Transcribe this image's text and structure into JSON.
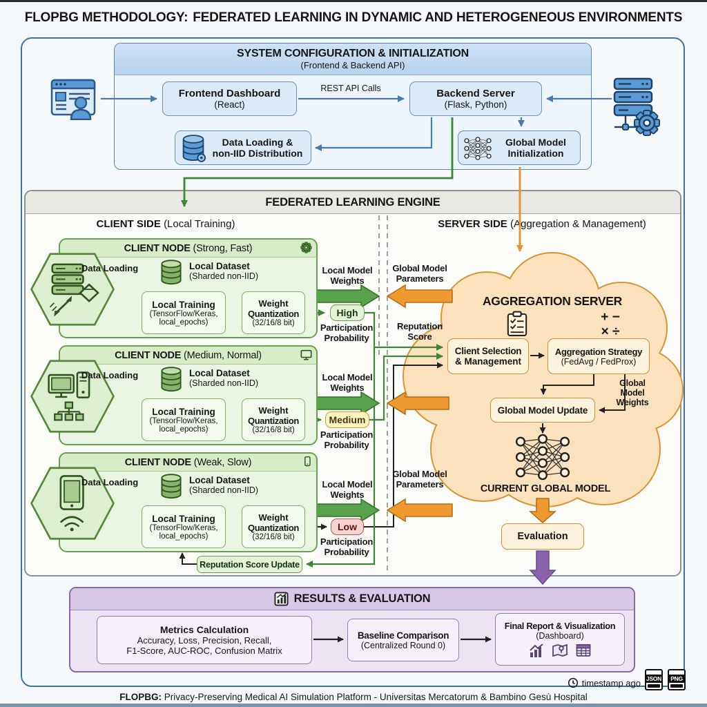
{
  "page": {
    "title_strong": "FLOPBG METHODOLOGY:",
    "title_rest": "FEDERATED LEARNING IN DYNAMIC AND HETEROGENEOUS ENVIRONMENTS"
  },
  "config": {
    "title": "SYSTEM CONFIGURATION & INITIALIZATION",
    "subtitle": "(Frontend & Backend API)",
    "frontend_line1": "Frontend Dashboard",
    "frontend_line2": "(React)",
    "rest_api": "REST API Calls",
    "backend_line1": "Backend Server",
    "backend_line2": "(Flask, Python)",
    "data_loading_line1": "Data Loading &",
    "data_loading_line2": "non-IID Distribution",
    "global_init_line1": "Global Model",
    "global_init_line2": "Initialization"
  },
  "engine": {
    "title": "FEDERATED LEARNING ENGINE",
    "client_side_strong": "CLIENT SIDE",
    "client_side_rest": "(Local Training)",
    "server_side_strong": "SERVER SIDE",
    "server_side_rest": "(Aggregation & Management)"
  },
  "node_shared": {
    "title_strong": "CLIENT NODE",
    "data_loading": "Data Loading",
    "local_dataset_line1": "Local Dataset",
    "local_dataset_line2": "(Sharded non-IID)",
    "local_training_line1": "Local Training",
    "local_training_line2": "(TensorFlow/Keras,",
    "local_training_line3": "local_epochs)",
    "weight_quant_line1": "Weight",
    "weight_quant_line2": "Quantization",
    "weight_quant_line3": "(32/16/8 bit)",
    "local_weights_line1": "Local Model",
    "local_weights_line2": "Weights",
    "participation_line1": "Participation",
    "participation_line2": "Probability"
  },
  "client_nodes": [
    {
      "title_rest": "(Strong, Fast)",
      "badge": "High"
    },
    {
      "title_rest": "(Medium, Normal)",
      "badge": "Medium"
    },
    {
      "title_rest": "(Weak, Slow)",
      "badge": "Low"
    }
  ],
  "flows": {
    "global_params_line1": "Global Model",
    "global_params_line2": "Parameters",
    "reputation_line1": "Reputation",
    "reputation_line2": "Score",
    "reputation_update": "Reputation Score Update"
  },
  "server": {
    "title": "AGGREGATION SERVER",
    "client_selection_line1": "Client Selection",
    "client_selection_line2": "& Management",
    "aggregation_line1": "Aggregation Strategy",
    "aggregation_line2": "(FedAvg / FedProx)",
    "math_line1": "+ −",
    "math_line2": "× ÷",
    "global_update": "Global Model Update",
    "gmw_line1": "Global",
    "gmw_line2": "Model",
    "gmw_line3": "Weights",
    "current_model": "CURRENT GLOBAL MODEL",
    "evaluation": "Evaluation"
  },
  "results": {
    "title": "RESULTS & EVALUATION",
    "metrics_line1": "Metrics Calculation",
    "metrics_line2": "Accuracy, Loss, Precision, Recall,",
    "metrics_line3": "F1-Score, AUC-ROC, Confusion Matrix",
    "baseline_line1": "Baseline Comparison",
    "baseline_line2": "(Centralized Round 0)",
    "final_line1": "Final Report & Visualization",
    "final_line2": "(Dashboard)"
  },
  "footer": {
    "timestamp": "timestamp ago",
    "json_label": "JSON",
    "png_label": "PNG",
    "credit_strong": "FLOPBG:",
    "credit_rest": "Privacy-Preserving Medical AI Simulation Platform - Universitas Mercatorum & Bambino Gesù Hospital"
  },
  "colors": {
    "accent_blue": "#4a7aa8",
    "accent_green": "#57a24a",
    "accent_orange": "#e8932e",
    "accent_purple": "#8a63ad"
  }
}
